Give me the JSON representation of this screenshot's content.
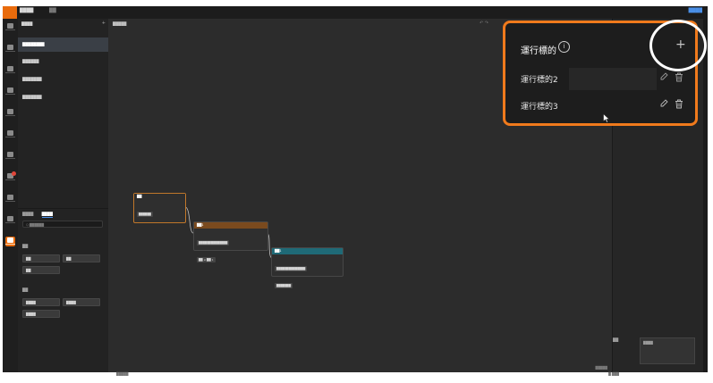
{
  "topbar": {
    "title": "████",
    "subtitle": "██",
    "link": "████"
  },
  "sidebar": {
    "header": "████",
    "add_symbol": "+",
    "items": [
      {
        "label": "████████"
      },
      {
        "label": "██████"
      },
      {
        "label": "███████"
      },
      {
        "label": "███████"
      }
    ],
    "tabs": [
      {
        "label": "████"
      },
      {
        "label": "████"
      }
    ],
    "search_placeholder": "Q ██████",
    "group1_label": "██",
    "group1_chips": [
      {
        "label": "██"
      },
      {
        "label": "██"
      },
      {
        "label": "██"
      }
    ],
    "group2_label": "██",
    "group2_chips": [
      {
        "label": "████"
      },
      {
        "label": "████"
      },
      {
        "label": "████"
      }
    ]
  },
  "canvas": {
    "title": "█████",
    "tools": "↶ ↷",
    "footer": "█████",
    "nodes": {
      "start": {
        "header": "██",
        "line1": "██████"
      },
      "a": {
        "header": "██1",
        "line1": "██████████████",
        "line2": "██ ≥ ██ 1"
      },
      "b": {
        "header": "██1",
        "line1": "██████████████",
        "line2": "███████"
      }
    }
  },
  "panel": {
    "footer_label": "██",
    "footer_box": "████"
  },
  "bottom": {
    "left_text": "█████",
    "right_text": "█ ███"
  },
  "callout": {
    "heading": "運行標的",
    "info_symbol": "i",
    "add_symbol": "+",
    "rows": [
      {
        "label": "運行標的2"
      },
      {
        "label": "運行標的3"
      }
    ]
  }
}
